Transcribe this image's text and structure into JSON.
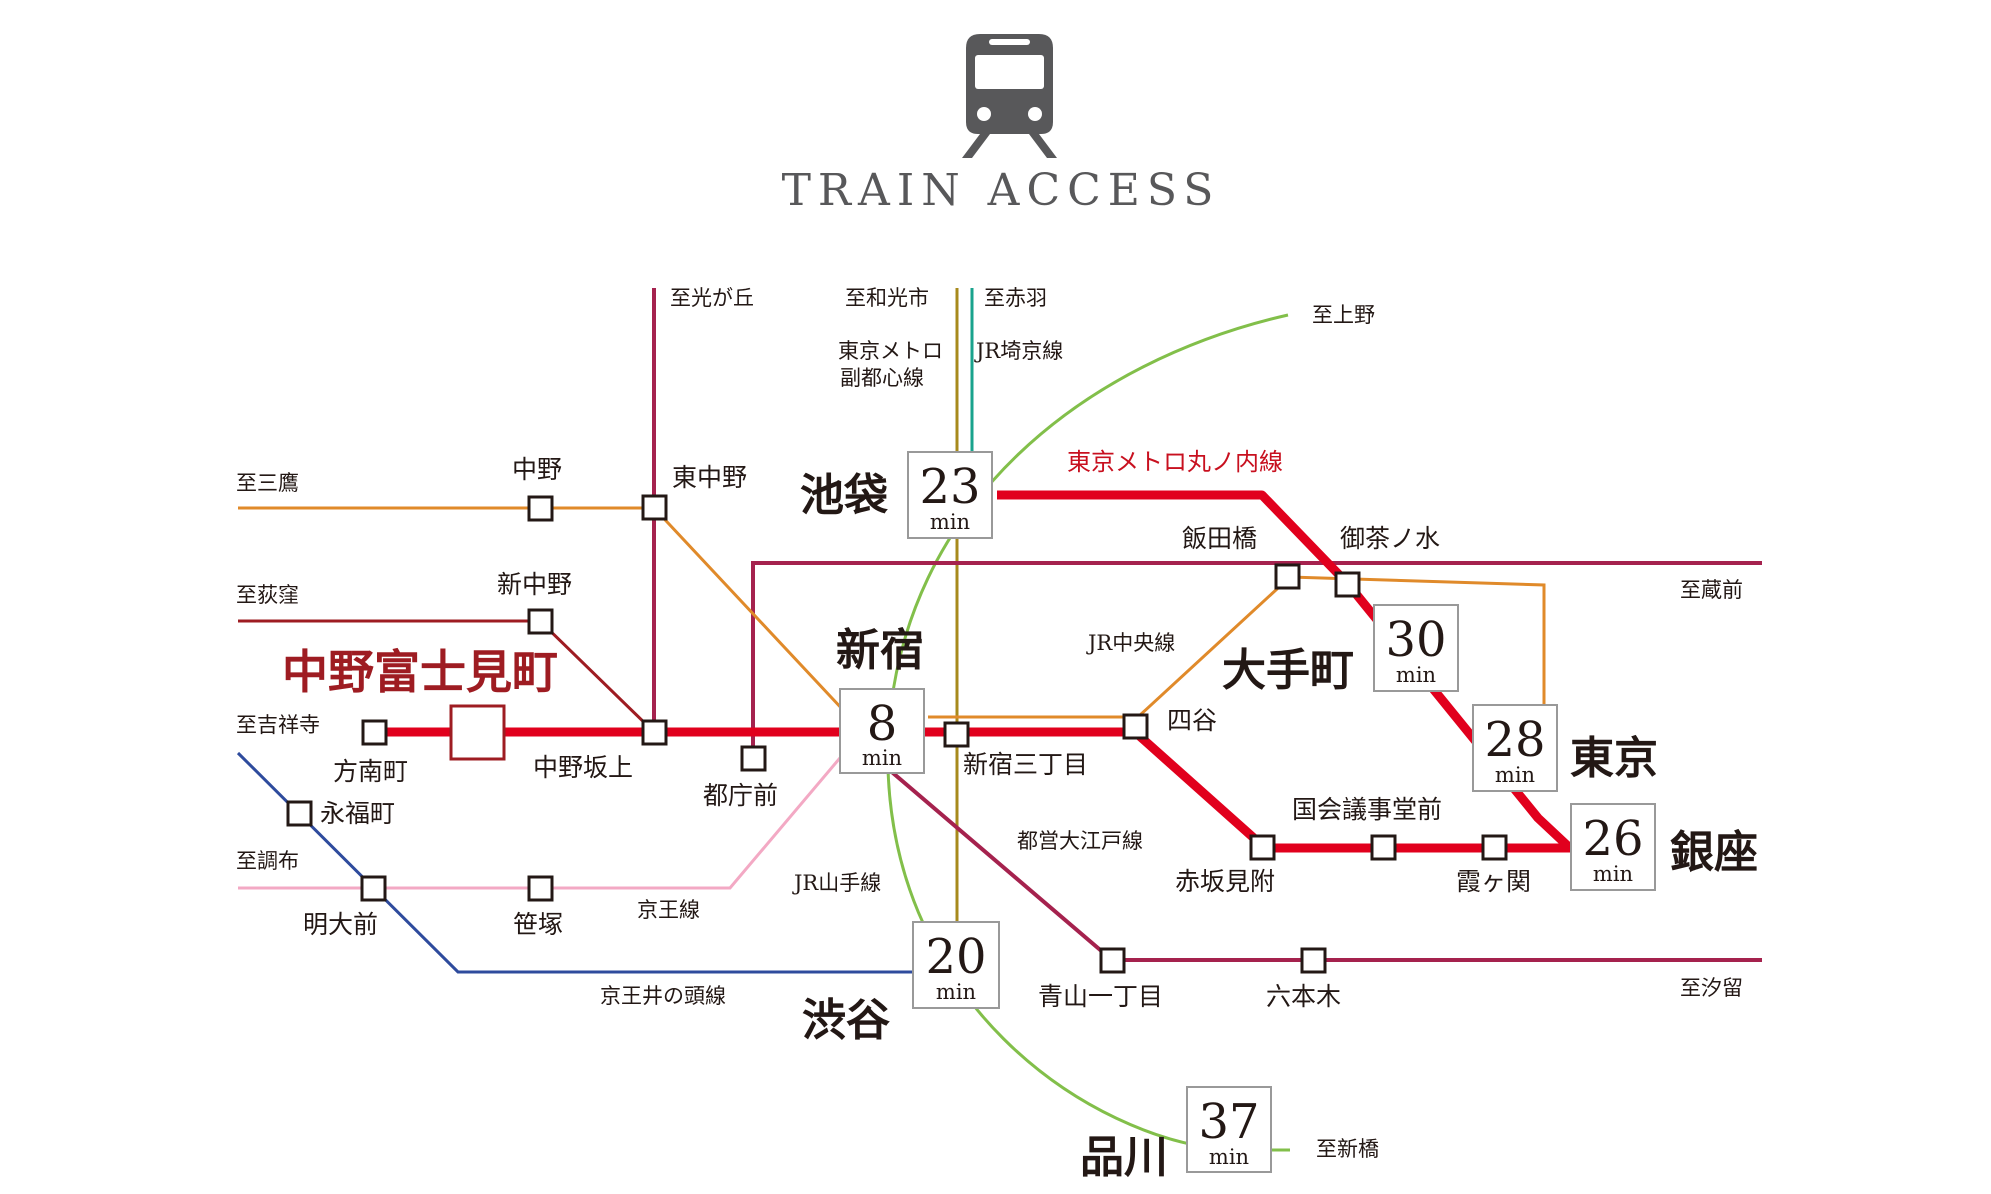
{
  "header": {
    "title": "TRAIN ACCESS",
    "icon": "train-icon"
  },
  "colors": {
    "marunouchi": "#e1001d",
    "chuo": "#e08a2a",
    "oedo": "#a5224e",
    "yamanote": "#82bf4a",
    "fukutoshin": "#a78a1c",
    "saikyo": "#1aa38d",
    "keio": "#f3a9c4",
    "inokashira": "#2e4b9d",
    "home_station": "#9e1c22",
    "text": "#231815",
    "box_border": "#999999",
    "title_gray": "#58585a"
  },
  "home_station": {
    "name": "中野富士見町"
  },
  "minor_stations": {
    "nakano": "中野",
    "higashi_nakano": "東中野",
    "shin_nakano": "新中野",
    "nakano_sakaue": "中野坂上",
    "honancho": "方南町",
    "tochomae": "都庁前",
    "eifukucho": "永福町",
    "meidaimae": "明大前",
    "sasazuka": "笹塚",
    "shinjuku_sanchome": "新宿三丁目",
    "yotsuya": "四谷",
    "iidabashi": "飯田橋",
    "ochanomizu": "御茶ノ水",
    "kokkai": "国会議事堂前",
    "akasaka_mitsuke": "赤坂見附",
    "kasumigaseki": "霞ヶ関",
    "aoyama_itchome": "青山一丁目",
    "roppongi": "六本木"
  },
  "major_stations": {
    "ikebukuro": {
      "name": "池袋",
      "minutes": "23",
      "unit": "min"
    },
    "shinjuku": {
      "name": "新宿",
      "minutes": "8",
      "unit": "min"
    },
    "otemachi": {
      "name": "大手町",
      "minutes": "30",
      "unit": "min"
    },
    "tokyo": {
      "name": "東京",
      "minutes": "28",
      "unit": "min"
    },
    "ginza": {
      "name": "銀座",
      "minutes": "26",
      "unit": "min"
    },
    "shibuya": {
      "name": "渋谷",
      "minutes": "20",
      "unit": "min"
    },
    "shinagawa": {
      "name": "品川",
      "minutes": "37",
      "unit": "min"
    }
  },
  "directions": {
    "hikarigaoka": "至光が丘",
    "wakoshi": "至和光市",
    "akabane": "至赤羽",
    "ueno": "至上野",
    "mitaka": "至三鷹",
    "ogikubo": "至荻窪",
    "kichijoji": "至吉祥寺",
    "chofu": "至調布",
    "kuramae": "至蔵前",
    "shiodome": "至汐留",
    "shimbashi": "至新橋"
  },
  "line_labels": {
    "fukutoshin_1": "東京メトロ",
    "fukutoshin_2": "副都心線",
    "saikyo": "JR埼京線",
    "marunouchi": "東京メトロ丸ノ内線",
    "chuo": "JR中央線",
    "oedo": "都営大江戸線",
    "yamanote": "JR山手線",
    "keio": "京王線",
    "inokashira": "京王井の頭線"
  }
}
